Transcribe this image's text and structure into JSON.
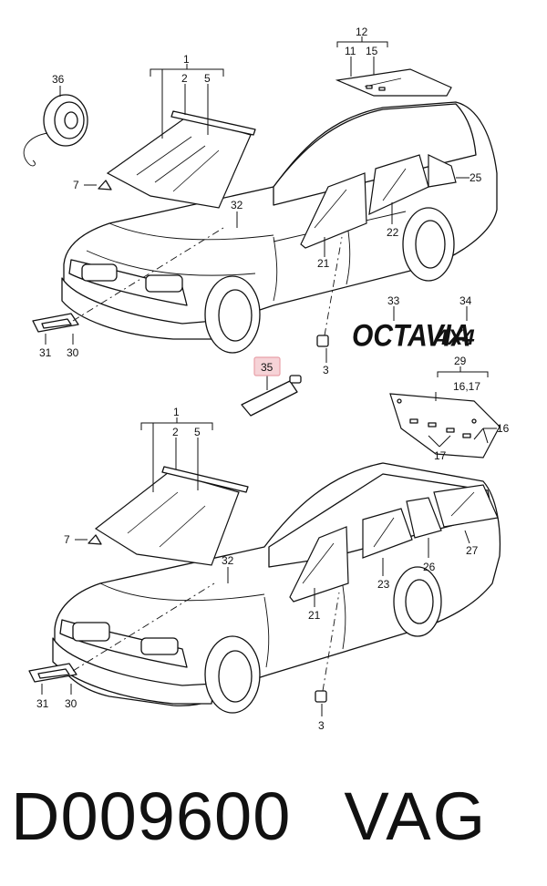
{
  "diagram": {
    "callouts": {
      "c1": "1",
      "c2": "2",
      "c5": "5",
      "c36": "36",
      "c7": "7",
      "c32": "32",
      "c12": "12",
      "c11": "11",
      "c15": "15",
      "c25": "25",
      "c22": "22",
      "c21": "21",
      "c33": "33",
      "c34": "34",
      "c31": "31",
      "c30": "30",
      "c3": "3",
      "c35": "35",
      "c29": "29",
      "c1617": "16,17",
      "c16": "16",
      "c17": "17",
      "l1": "1",
      "l2": "2",
      "l5": "5",
      "l7": "7",
      "l32": "32",
      "l21": "21",
      "l23": "23",
      "l26": "26",
      "l27": "27",
      "l31": "31",
      "l30": "30",
      "l3": "3"
    },
    "badges": {
      "octavia": "OCTAVIA",
      "four_x_four": "4X4"
    },
    "highlight_color": "#e8a0a8"
  },
  "footer": {
    "part_code": "D009600",
    "brand": "VAG"
  }
}
